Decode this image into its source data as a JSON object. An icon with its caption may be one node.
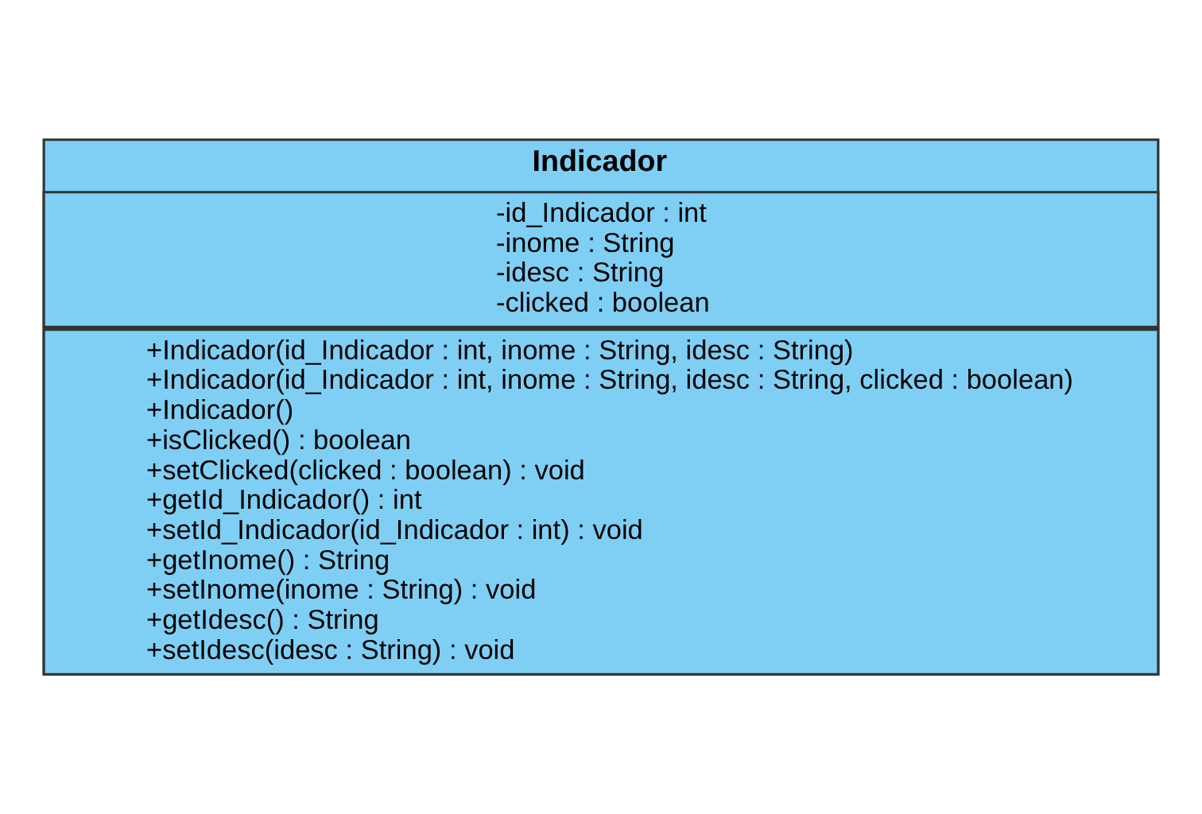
{
  "diagram": {
    "nodes": [
      {
        "text": [
          "Indicador"
        ]
      },
      {
        "text": [
          "-id_Indicador : int",
          "-inome : String",
          "-idesc : String",
          "-clicked : boolean"
        ],
        "in": 0
      },
      {
        "text": [
          "+Indicador(id_Indicador : int, inome : String, idesc : String)",
          "+Indicador(id_Indicador : int, inome : String, idesc : String, clicked : boolean)",
          "+Indicador()",
          "+isClicked() : boolean",
          "+setClicked(clicked : boolean) : void",
          "+getId_Indicador() : int",
          "+setId_Indicador(id_Indicador : int) : void",
          "+getInome() : String",
          "+setInome(inome : String) : void",
          "+getIdesc() : String",
          "+setIdesc(idesc : String) : void"
        ],
        "in": 0
      }
    ]
  }
}
